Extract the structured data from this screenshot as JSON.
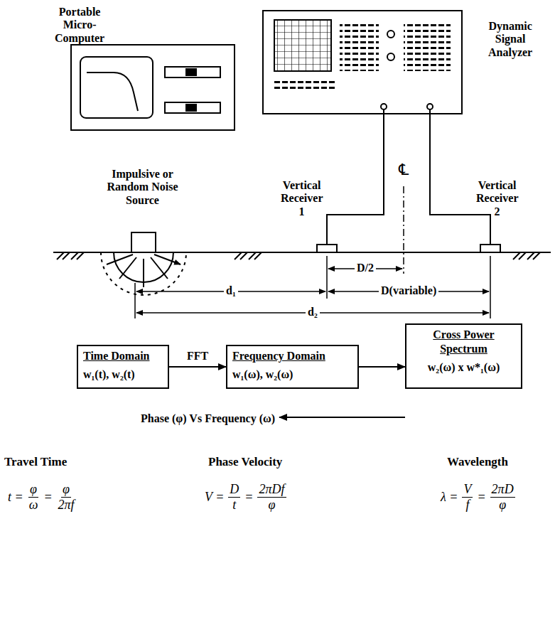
{
  "diagram": {
    "nodes": [
      {
        "text": [
          "Time Domain",
          "w₁(t), w₂(t)"
        ]
      },
      {
        "text": [
          "Frequency Domain",
          "w₁(ω), w₂(ω)"
        ]
      },
      {
        "text": [
          "Cross Power Spectrum",
          "w₂(ω) x w*₁(ω)"
        ]
      },
      {
        "text": [
          "Phase (φ) Vs Frequency (ω)"
        ]
      }
    ],
    "edges": [
      {
        "from": 0,
        "to": 1,
        "label": "FFT",
        "arrow": "to"
      },
      {
        "from": 1,
        "to": 2,
        "arrow": "to"
      },
      {
        "from": 2,
        "to": 3,
        "arrow": "to"
      }
    ],
    "labels": [
      "Portable Micro-Computer",
      "Dynamic Signal Analyzer",
      "Impulsive or Random Noise Source",
      "Vertical Receiver 1",
      "Vertical Receiver 2",
      "℄",
      "D/2",
      "d₁",
      "D(variable)",
      "d₂",
      "Travel Time",
      "Phase Velocity",
      "Wavelength",
      "t =",
      "φ",
      "ω",
      "=",
      "φ",
      "2πf",
      "V =",
      "D",
      "t",
      "=",
      "2πDf",
      "φ",
      "λ =",
      "V",
      "f",
      "=",
      "2πD",
      "φ"
    ]
  }
}
